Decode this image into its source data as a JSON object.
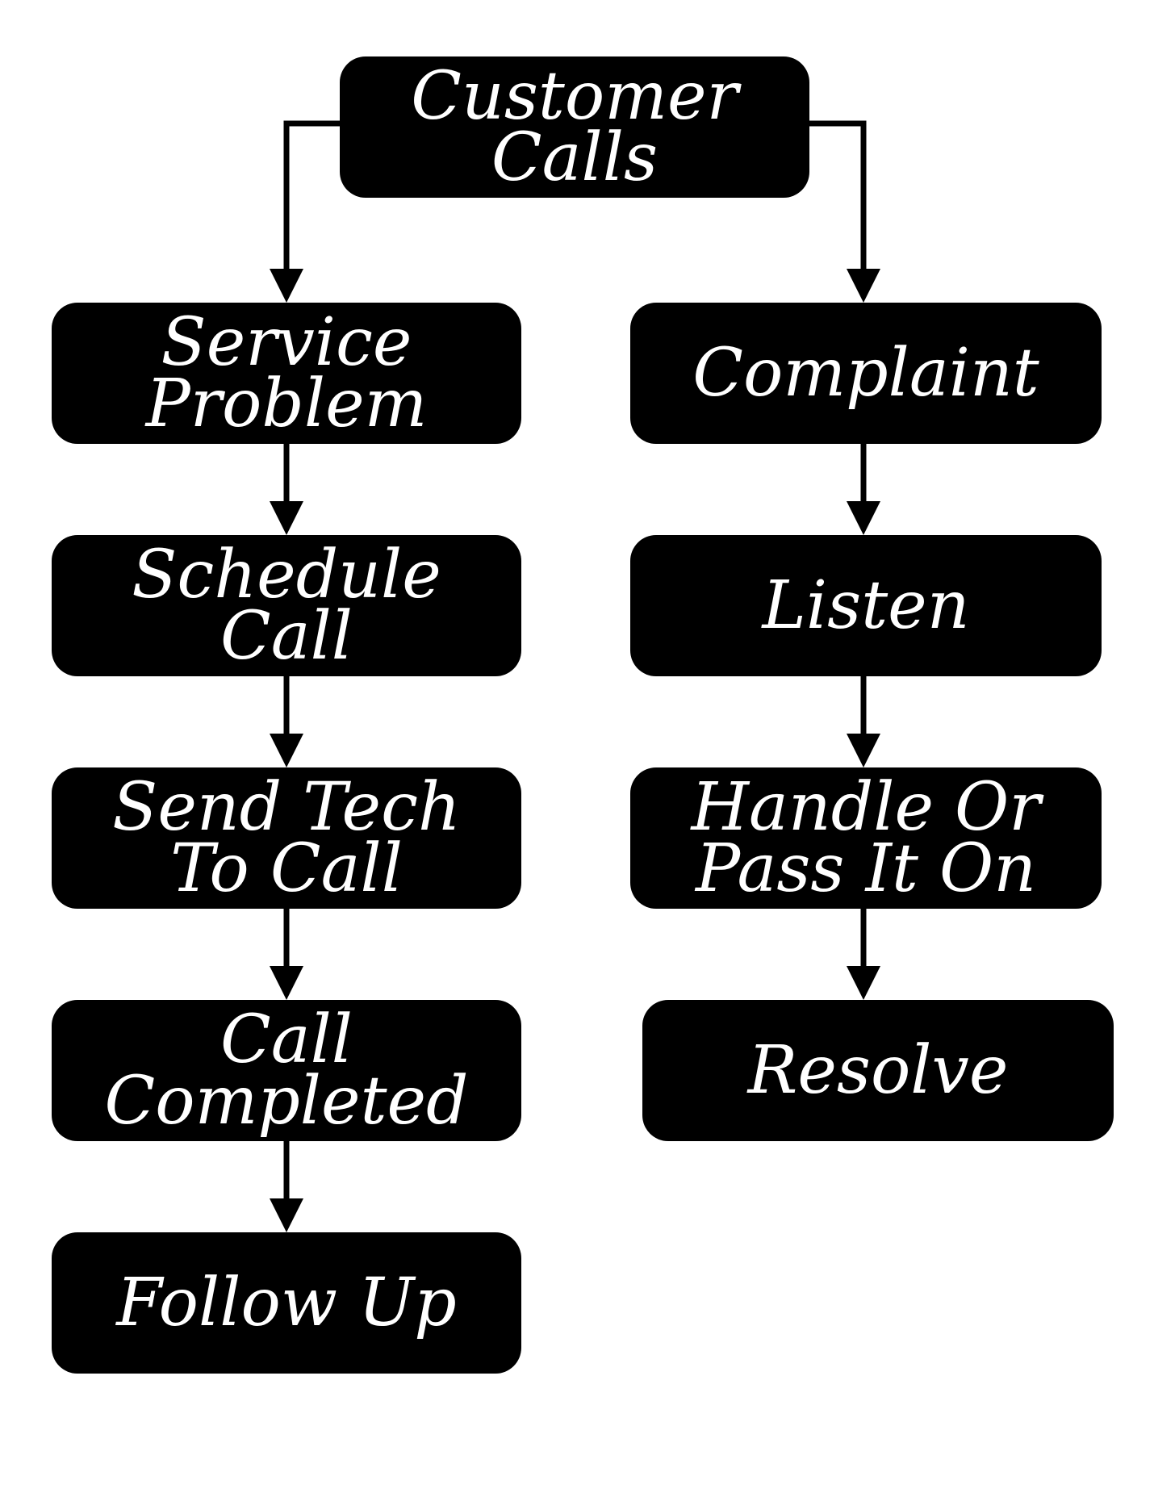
{
  "colors": {
    "background": "#ffffff",
    "node_fill": "#000000",
    "node_text": "#ffffff",
    "connector": "#000000"
  },
  "nodes": {
    "customer_calls": [
      "Customer",
      "Calls"
    ],
    "service_problem": [
      "Service",
      "Problem"
    ],
    "schedule_call": [
      "Schedule",
      "Call"
    ],
    "send_tech": [
      "Send Tech",
      "To Call"
    ],
    "call_completed": [
      "Call",
      "Completed"
    ],
    "follow_up": [
      "Follow Up"
    ],
    "complaint": [
      "Complaint"
    ],
    "listen": [
      "Listen"
    ],
    "handle_or_pass": [
      "Handle Or",
      "Pass It On"
    ],
    "resolve": [
      "Resolve"
    ]
  },
  "edges": [
    {
      "from": "customer_calls",
      "to": "service_problem"
    },
    {
      "from": "customer_calls",
      "to": "complaint"
    },
    {
      "from": "service_problem",
      "to": "schedule_call"
    },
    {
      "from": "schedule_call",
      "to": "send_tech"
    },
    {
      "from": "send_tech",
      "to": "call_completed"
    },
    {
      "from": "call_completed",
      "to": "follow_up"
    },
    {
      "from": "complaint",
      "to": "listen"
    },
    {
      "from": "listen",
      "to": "handle_or_pass"
    },
    {
      "from": "handle_or_pass",
      "to": "resolve"
    }
  ]
}
